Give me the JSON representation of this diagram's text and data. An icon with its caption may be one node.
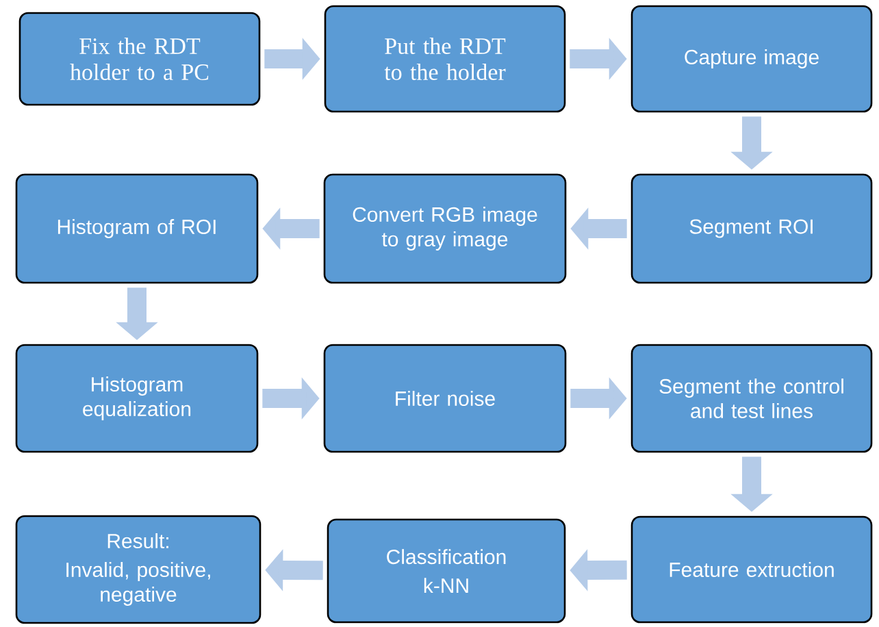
{
  "diagram": {
    "nodes": [
      {
        "text": [
          "Fix the RDT holder to a PC"
        ]
      },
      {
        "text": [
          "Put the RDT to the holder"
        ]
      },
      {
        "text": [
          "Capture image"
        ]
      },
      {
        "text": [
          "Segment ROI"
        ]
      },
      {
        "text": [
          "Convert RGB image to gray image"
        ]
      },
      {
        "text": [
          "Histogram of ROI"
        ]
      },
      {
        "text": [
          "Histogram equalization"
        ]
      },
      {
        "text": [
          "Filter noise"
        ]
      },
      {
        "text": [
          "Segment the control and test lines"
        ]
      },
      {
        "text": [
          "Feature extruction"
        ]
      },
      {
        "text": [
          "Classification",
          "k-NN"
        ]
      },
      {
        "text": [
          "Result:",
          "Invalid, positive, negative"
        ]
      }
    ],
    "edges": [
      {
        "from": 0,
        "to": 1,
        "arrow": "to"
      },
      {
        "from": 1,
        "to": 2,
        "arrow": "to"
      },
      {
        "from": 2,
        "to": 3,
        "arrow": "to"
      },
      {
        "from": 3,
        "to": 4,
        "arrow": "to"
      },
      {
        "from": 4,
        "to": 5,
        "arrow": "to"
      },
      {
        "from": 5,
        "to": 6,
        "arrow": "to"
      },
      {
        "from": 6,
        "to": 7,
        "arrow": "to"
      },
      {
        "from": 7,
        "to": 8,
        "arrow": "to"
      },
      {
        "from": 8,
        "to": 9,
        "arrow": "to"
      },
      {
        "from": 9,
        "to": 10,
        "arrow": "to"
      },
      {
        "from": 10,
        "to": 11,
        "arrow": "to"
      }
    ]
  }
}
